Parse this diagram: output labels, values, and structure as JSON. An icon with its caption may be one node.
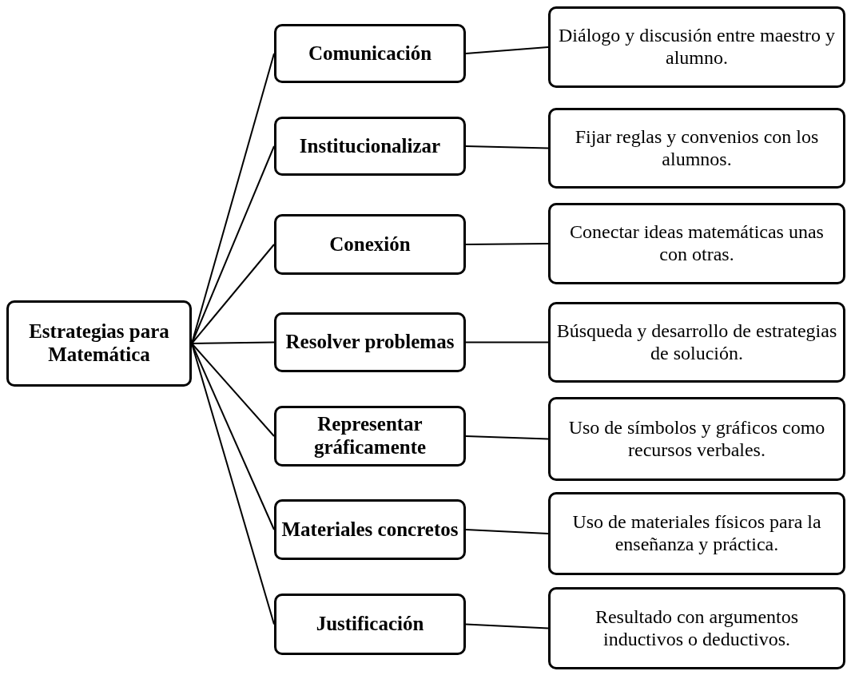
{
  "diagram": {
    "nodes": [
      {
        "text": [
          "Estrategias para Matemática"
        ]
      },
      {
        "text": [
          "Comunicación"
        ]
      },
      {
        "text": [
          "Diálogo y discusión entre maestro y alumno."
        ]
      },
      {
        "text": [
          "Institucionalizar"
        ]
      },
      {
        "text": [
          "Fijar reglas y convenios con los alumnos."
        ]
      },
      {
        "text": [
          "Conexión"
        ]
      },
      {
        "text": [
          "Conectar ideas matemáticas unas con otras."
        ]
      },
      {
        "text": [
          "Resolver problemas"
        ]
      },
      {
        "text": [
          "Búsqueda y desarrollo de estrategias de solución."
        ]
      },
      {
        "text": [
          "Representar gráficamente"
        ]
      },
      {
        "text": [
          "Uso de símbolos y gráficos como recursos verbales."
        ]
      },
      {
        "text": [
          "Materiales concretos"
        ]
      },
      {
        "text": [
          "Uso de materiales físicos para la enseñanza y práctica."
        ]
      },
      {
        "text": [
          "Justificación"
        ]
      },
      {
        "text": [
          "Resultado con argumentos inductivos o deductivos."
        ]
      }
    ],
    "edges": [
      {
        "from": 0,
        "to": 1,
        "arrow": "none"
      },
      {
        "from": 0,
        "to": 3,
        "arrow": "none"
      },
      {
        "from": 0,
        "to": 5,
        "arrow": "none"
      },
      {
        "from": 0,
        "to": 7,
        "arrow": "none"
      },
      {
        "from": 0,
        "to": 9,
        "arrow": "none"
      },
      {
        "from": 0,
        "to": 11,
        "arrow": "none"
      },
      {
        "from": 0,
        "to": 13,
        "arrow": "none"
      },
      {
        "from": 1,
        "to": 2,
        "arrow": "none"
      },
      {
        "from": 3,
        "to": 4,
        "arrow": "none"
      },
      {
        "from": 5,
        "to": 6,
        "arrow": "none"
      },
      {
        "from": 7,
        "to": 8,
        "arrow": "none"
      },
      {
        "from": 9,
        "to": 10,
        "arrow": "none"
      },
      {
        "from": 11,
        "to": 12,
        "arrow": "none"
      },
      {
        "from": 13,
        "to": 14,
        "arrow": "none"
      }
    ]
  }
}
